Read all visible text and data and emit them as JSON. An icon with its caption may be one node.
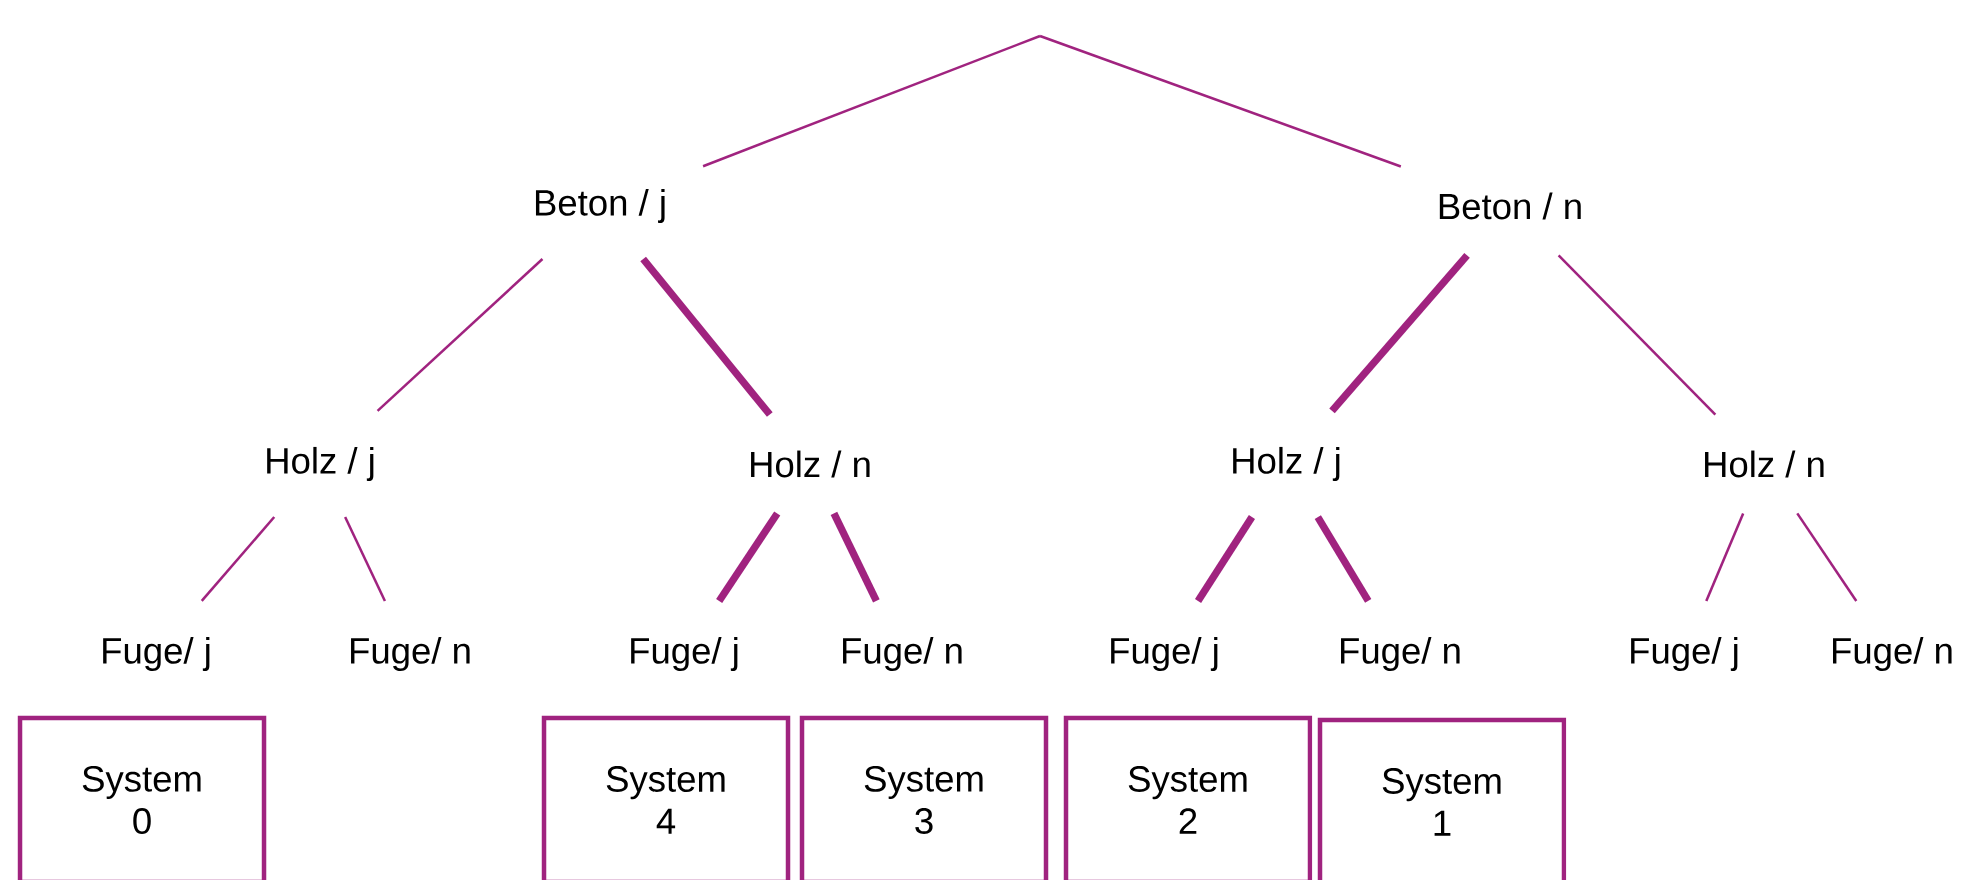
{
  "diagram": {
    "nodes": [
      {
        "text": [
          "Beton / j"
        ]
      },
      {
        "text": [
          "Beton / n"
        ]
      },
      {
        "text": [
          "Holz / j"
        ]
      },
      {
        "text": [
          "Holz / n"
        ]
      },
      {
        "text": [
          "Holz / j"
        ]
      },
      {
        "text": [
          "Holz / n"
        ]
      },
      {
        "text": [
          "Fuge/ j"
        ]
      },
      {
        "text": [
          "Fuge/ n"
        ]
      },
      {
        "text": [
          "Fuge/ j"
        ]
      },
      {
        "text": [
          "Fuge/ n"
        ]
      },
      {
        "text": [
          "Fuge/ j"
        ]
      },
      {
        "text": [
          "Fuge/ n"
        ]
      },
      {
        "text": [
          "Fuge/ j"
        ]
      },
      {
        "text": [
          "Fuge/ n"
        ]
      },
      {
        "text": [
          "System 0"
        ]
      },
      {
        "text": [
          "System 4"
        ]
      },
      {
        "text": [
          "System 3"
        ]
      },
      {
        "text": [
          "System 2"
        ]
      },
      {
        "text": [
          "System 1"
        ]
      }
    ],
    "edges": [
      {
        "from": null,
        "to": 0,
        "arrow": "none"
      },
      {
        "from": null,
        "to": 1,
        "arrow": "none"
      },
      {
        "from": 0,
        "to": 2,
        "arrow": "none"
      },
      {
        "from": 0,
        "to": 3,
        "arrow": "none",
        "style": "thick"
      },
      {
        "from": 1,
        "to": 4,
        "arrow": "none",
        "style": "thick"
      },
      {
        "from": 1,
        "to": 5,
        "arrow": "none"
      },
      {
        "from": 2,
        "to": 6,
        "arrow": "none"
      },
      {
        "from": 2,
        "to": 7,
        "arrow": "none"
      },
      {
        "from": 3,
        "to": 8,
        "arrow": "none",
        "style": "thick"
      },
      {
        "from": 3,
        "to": 9,
        "arrow": "none",
        "style": "thick"
      },
      {
        "from": 4,
        "to": 10,
        "arrow": "none",
        "style": "thick"
      },
      {
        "from": 4,
        "to": 11,
        "arrow": "none",
        "style": "thick"
      },
      {
        "from": 5,
        "to": 12,
        "arrow": "none"
      },
      {
        "from": 5,
        "to": 13,
        "arrow": "none"
      }
    ]
  }
}
